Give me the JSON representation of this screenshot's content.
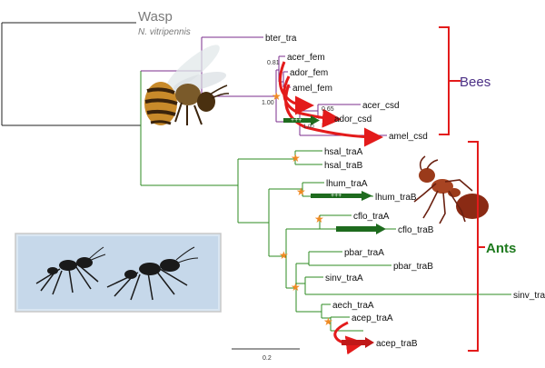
{
  "outgroup": {
    "name": "Wasp",
    "species": "N. vitripennis"
  },
  "clades": {
    "bees_label": "Bees",
    "ants_label": "Ants"
  },
  "colors": {
    "bee_branch": "#7b2d8e",
    "ant_branch": "#2e8b22",
    "root_branch": "#222222",
    "bracket": "#e31b1b",
    "bees_label": "#4b2f85",
    "ants_label": "#1e7a1e",
    "duplication_star": "#f08a24",
    "arrow_green": "#1e6b1e",
    "arrow_red": "#e31b1b",
    "wasp_label": "#7a7a7a"
  },
  "bee_tips": [
    "bter_tra",
    "acer_fem",
    "ador_fem",
    "amel_fem",
    "acer_csd",
    "ador_csd",
    "amel_csd"
  ],
  "ant_tips": [
    "hsal_traA",
    "hsal_traB",
    "lhum_traA",
    "lhum_traB",
    "cflo_traA",
    "cflo_traB",
    "pbar_traA",
    "pbar_traB",
    "sinv_traA",
    "sinv_tra",
    "aech_traA",
    "acep_traA",
    "acep_traB"
  ],
  "support_values": [
    "0.81",
    "1.00",
    "0.65",
    "1.00"
  ],
  "arrow_marks": [
    "+++",
    "+++"
  ],
  "scale_bar_label": "0.2"
}
